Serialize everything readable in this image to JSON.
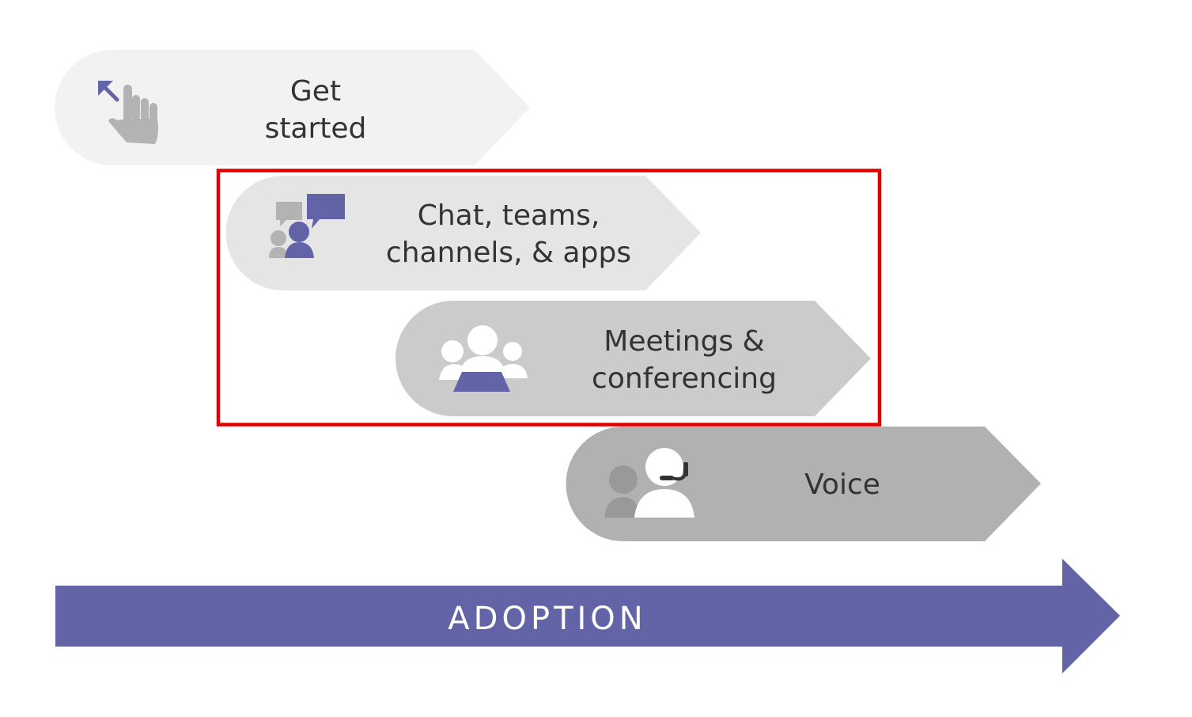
{
  "colors": {
    "accent_purple": "#6264a7",
    "stage_1_fill": "#f2f2f2",
    "stage_2_fill": "#e5e5e5",
    "stage_3_fill": "#cbcbcb",
    "stage_4_fill": "#b1b1b1",
    "highlight_border": "#e00000",
    "icon_gray": "#b3b3b3",
    "icon_white": "#ffffff"
  },
  "stages": [
    {
      "line1": "Get",
      "line2": "started",
      "icon": "pointing-hand-icon"
    },
    {
      "line1": "Chat, teams,",
      "line2": "channels, & apps",
      "icon": "chat-person-icon"
    },
    {
      "line1": "Meetings &",
      "line2": "conferencing",
      "icon": "meeting-group-icon"
    },
    {
      "line1": "Voice",
      "icon": "headset-person-icon"
    }
  ],
  "adoption_label": "ADOPTION",
  "highlight": {
    "covers_stages": [
      "Chat, teams, channels, & apps",
      "Meetings & conferencing"
    ]
  }
}
